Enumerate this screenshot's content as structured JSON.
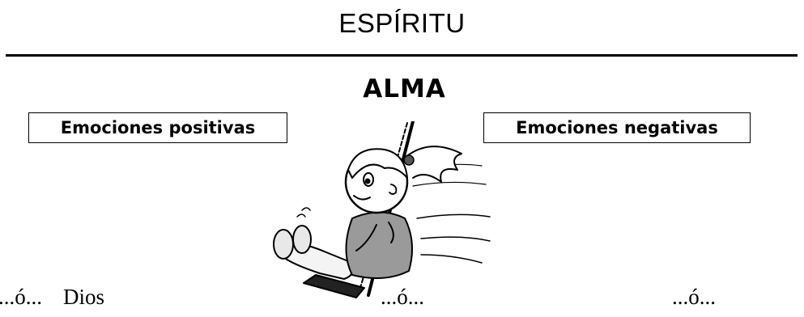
{
  "header": {
    "title": "ESPÍRITU"
  },
  "center": {
    "title": "ALMA"
  },
  "labels": {
    "positive": "Emociones positivas",
    "negative": "Emociones negativas"
  },
  "illustration": {
    "icon": "girl-on-swing-icon"
  },
  "footer": {
    "fragment_1": "...ó...",
    "fragment_2": "Dios",
    "fragment_3": "...ó...",
    "fragment_4": "...ó..."
  }
}
